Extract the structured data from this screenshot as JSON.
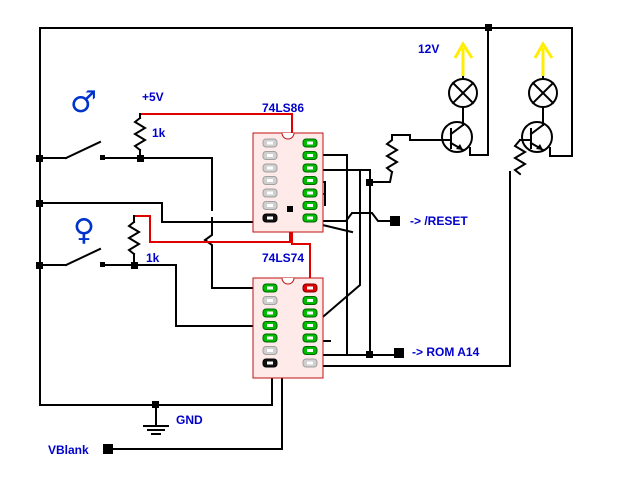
{
  "labels": {
    "supply_5v": "+5V",
    "r1": "1k",
    "r2": "1k",
    "chip1": "74LS86",
    "chip2": "74LS74",
    "supply_12v": "12V",
    "reset": "-> /RESET",
    "rom": "-> ROM A14",
    "gnd": "GND",
    "vblank": "VBlank"
  },
  "symbols": {
    "male": "♂",
    "female": "♀"
  },
  "colors": {
    "label_blue": "#0000cc",
    "wire": "#000000",
    "red_wire": "#e00000",
    "pin_green": "#00bb00",
    "pin_grey": "#d0d0d0",
    "lamp_rays": "#ffee00"
  },
  "chips": {
    "chip1": {
      "left_pins": [
        "grey",
        "grey",
        "grey",
        "grey",
        "grey",
        "grey",
        "black"
      ],
      "right_pins": [
        "green",
        "green",
        "green",
        "green",
        "green",
        "green",
        "green"
      ]
    },
    "chip2": {
      "left_pins": [
        "green",
        "grey",
        "green",
        "green",
        "green",
        "grey",
        "black"
      ],
      "right_pins": [
        "red",
        "green",
        "green",
        "green",
        "green",
        "green",
        "grey"
      ]
    }
  }
}
